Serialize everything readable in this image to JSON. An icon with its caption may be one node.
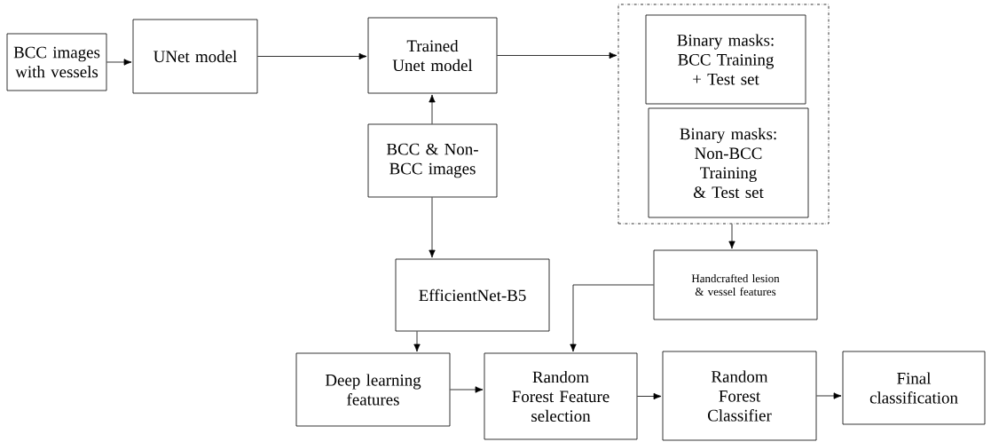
{
  "diagram": {
    "nodes": [
      {
        "text": [
          "BCC images with vessels"
        ]
      },
      {
        "text": [
          "UNet model"
        ]
      },
      {
        "text": [
          "Trained Unet model"
        ]
      },
      {
        "text": [],
        "shape": "box"
      },
      {
        "text": [
          "Binary masks: BCC Training + Test set"
        ],
        "in": 3
      },
      {
        "text": [
          "Binary masks: Non-BCC Training & Test set"
        ],
        "in": 3
      },
      {
        "text": [
          "BCC & Non-BCC images"
        ]
      },
      {
        "text": [
          "EfficientNet-B5"
        ]
      },
      {
        "text": [
          "Handcrafted lesion & vessel features"
        ]
      },
      {
        "text": [
          "Deep learning features"
        ]
      },
      {
        "text": [
          "Random Forest Feature selection"
        ]
      },
      {
        "text": [
          "Random Forest Classifier"
        ]
      },
      {
        "text": [
          "Final classification"
        ]
      }
    ],
    "edges": [
      {
        "from": 0,
        "to": 1,
        "arrow": "to"
      },
      {
        "from": 1,
        "to": 2,
        "arrow": "to"
      },
      {
        "from": 2,
        "to": 3,
        "arrow": "to"
      },
      {
        "from": 6,
        "to": 2,
        "arrow": "to"
      },
      {
        "from": 6,
        "to": 7,
        "arrow": "to"
      },
      {
        "from": 3,
        "to": 8,
        "arrow": "to"
      },
      {
        "from": 7,
        "to": 9,
        "arrow": "to"
      },
      {
        "from": 9,
        "to": 10,
        "arrow": "to"
      },
      {
        "from": 8,
        "to": 10,
        "arrow": "to"
      },
      {
        "from": 10,
        "to": 11,
        "arrow": "to"
      },
      {
        "from": 11,
        "to": 12,
        "arrow": "to"
      }
    ]
  }
}
